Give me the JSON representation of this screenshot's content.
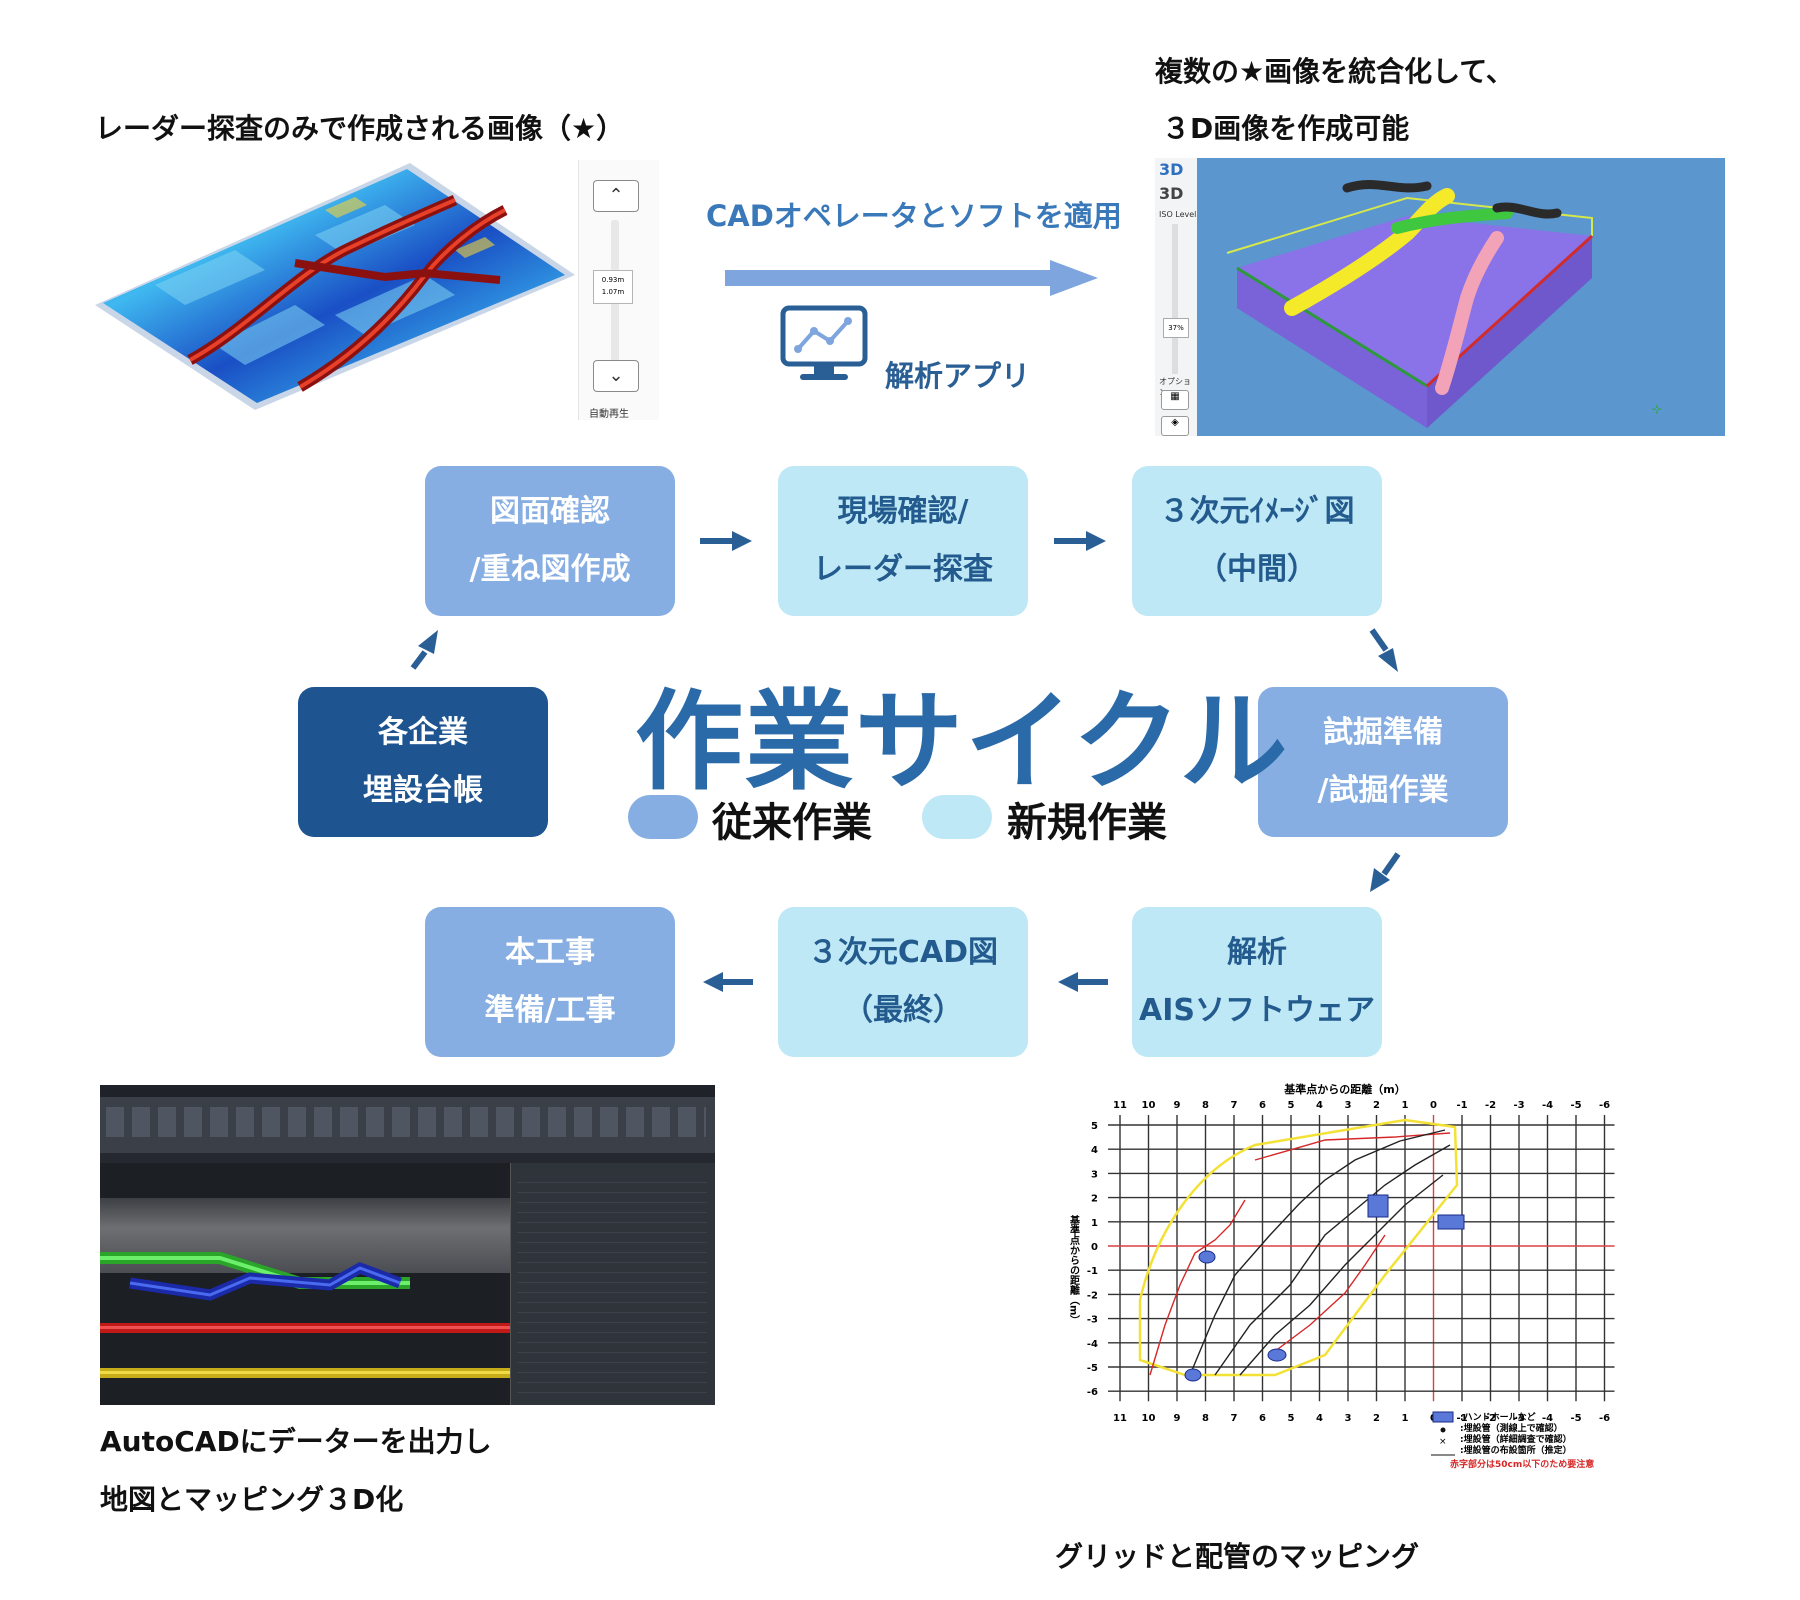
{
  "top_left": {
    "caption": "レーダー探査のみで作成される画像（★）",
    "slider": {
      "value_top": "0.93m",
      "value_bottom": "1.07m",
      "label": "自動再生"
    }
  },
  "top_right": {
    "caption_line1": "複数の★画像を統合化して、",
    "caption_line2": "３D画像を作成可能",
    "panel": {
      "title_a": "3D",
      "title_b": "3D",
      "iso_label": "ISO Level",
      "iso_value": "37%",
      "option_label": "オプション"
    }
  },
  "middle": {
    "arrow_label": "CADオペレータとソフトを適用",
    "app_label": "解析アプリ"
  },
  "cycle": {
    "title": "作業サイクル",
    "legend": {
      "old": "従来作業",
      "new": "新規作業"
    },
    "boxes": {
      "drawing": {
        "line1": "図面確認",
        "line2": "/重ね図作成"
      },
      "site": {
        "line1": "現場確認/",
        "line2": "レーダー探査"
      },
      "image3d": {
        "line1": "３次元ｲﾒｰｼﾞ図",
        "line2": "（中間）"
      },
      "trial": {
        "line1": "試掘準備",
        "line2": "/試掘作業"
      },
      "analysis": {
        "line1": "解析",
        "line2": "AISソフトウェア"
      },
      "cad3d": {
        "line1": "３次元CAD図",
        "line2": "（最終）"
      },
      "construction": {
        "line1": "本工事",
        "line2": "準備/工事"
      },
      "ledger": {
        "line1": "各企業",
        "line2": "埋設台帳"
      }
    }
  },
  "bottom_left": {
    "caption_line1": "AutoCADにデーターを出力し",
    "caption_line2": "地図とマッピング３D化"
  },
  "bottom_right": {
    "caption": "グリッドと配管のマッピング",
    "chart": {
      "title": "基準点からの距離（m）",
      "ylabel": "基準点からの距離（m）",
      "x_ticks": [
        "11",
        "10",
        "9",
        "8",
        "7",
        "6",
        "5",
        "4",
        "3",
        "2",
        "1",
        "0",
        "-1",
        "-2",
        "-3",
        "-4",
        "-5",
        "-6"
      ],
      "y_ticks": [
        "5",
        "4",
        "3",
        "2",
        "1",
        "0",
        "-1",
        "-2",
        "-3",
        "-4",
        "-5",
        "-6"
      ],
      "legend": [
        ":ハンドホールなど",
        ":埋設管（測線上で確認）",
        ":埋設管（詳細調査で確認）",
        ":埋設管の布設箇所（推定）"
      ],
      "note": "赤字部分は50cm以下のため要注意"
    }
  },
  "colors": {
    "old": "#86aee2",
    "new": "#bee8f5",
    "dark": "#1e5591",
    "title": "#2a6aa8",
    "arrow": "#2a5f95"
  }
}
